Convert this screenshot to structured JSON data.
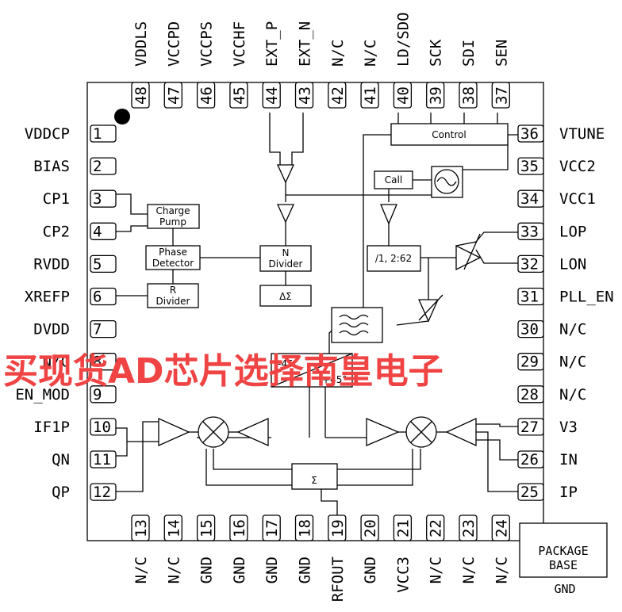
{
  "pins": {
    "top": [
      {
        "num": "48",
        "name": "VDDLS"
      },
      {
        "num": "47",
        "name": "VCCPD"
      },
      {
        "num": "46",
        "name": "VCCPS"
      },
      {
        "num": "45",
        "name": "VCCHF"
      },
      {
        "num": "44",
        "name": "EXT_P"
      },
      {
        "num": "43",
        "name": "EXT_N"
      },
      {
        "num": "42",
        "name": "N/C"
      },
      {
        "num": "41",
        "name": "N/C"
      },
      {
        "num": "40",
        "name": "LD/SDO"
      },
      {
        "num": "39",
        "name": "SCK"
      },
      {
        "num": "38",
        "name": "SDI"
      },
      {
        "num": "37",
        "name": "SEN"
      }
    ],
    "left": [
      {
        "num": "1",
        "name": "VDDCP"
      },
      {
        "num": "2",
        "name": "BIAS"
      },
      {
        "num": "3",
        "name": "CP1"
      },
      {
        "num": "4",
        "name": "CP2"
      },
      {
        "num": "5",
        "name": "RVDD"
      },
      {
        "num": "6",
        "name": "XREFP"
      },
      {
        "num": "7",
        "name": "DVDD"
      },
      {
        "num": "8",
        "name": "N/C"
      },
      {
        "num": "9",
        "name": "EN_MOD"
      },
      {
        "num": "10",
        "name": "IF1P"
      },
      {
        "num": "11",
        "name": "QN"
      },
      {
        "num": "12",
        "name": "QP"
      }
    ],
    "right": [
      {
        "num": "36",
        "name": "VTUNE"
      },
      {
        "num": "35",
        "name": "VCC2"
      },
      {
        "num": "34",
        "name": "VCC1"
      },
      {
        "num": "33",
        "name": "LOP"
      },
      {
        "num": "32",
        "name": "LON"
      },
      {
        "num": "31",
        "name": "PLL_EN"
      },
      {
        "num": "30",
        "name": "N/C"
      },
      {
        "num": "29",
        "name": "N/C"
      },
      {
        "num": "28",
        "name": "N/C"
      },
      {
        "num": "27",
        "name": "V3"
      },
      {
        "num": "26",
        "name": "IN"
      },
      {
        "num": "25",
        "name": "IP"
      }
    ],
    "bottom": [
      {
        "num": "13",
        "name": "N/C"
      },
      {
        "num": "14",
        "name": "N/C"
      },
      {
        "num": "15",
        "name": "GND"
      },
      {
        "num": "16",
        "name": "GND"
      },
      {
        "num": "17",
        "name": "GND"
      },
      {
        "num": "18",
        "name": "GND"
      },
      {
        "num": "19",
        "name": "RFOUT"
      },
      {
        "num": "20",
        "name": "GND"
      },
      {
        "num": "21",
        "name": "VCC3"
      },
      {
        "num": "22",
        "name": "N/C"
      },
      {
        "num": "23",
        "name": "N/C"
      },
      {
        "num": "24",
        "name": "N/C"
      }
    ]
  },
  "blocks": {
    "control": "Control",
    "cal": "Call",
    "charge_pump": [
      "Charge",
      "Pump"
    ],
    "phase_detector": [
      "Phase",
      "Detector"
    ],
    "n_divider": [
      "N",
      "Divider"
    ],
    "r_divider": [
      "R",
      "Divider"
    ],
    "delta_sigma": "ΔΣ",
    "lo_divider": "/1, 2:62",
    "minus45": "-45°",
    "plus45": "+45°",
    "sum": "Σ"
  },
  "package": {
    "base_line1": "PACKAGE",
    "base_line2": "BASE",
    "gnd": "GND"
  },
  "watermark": "买现货AD芯片选择南皇电子"
}
